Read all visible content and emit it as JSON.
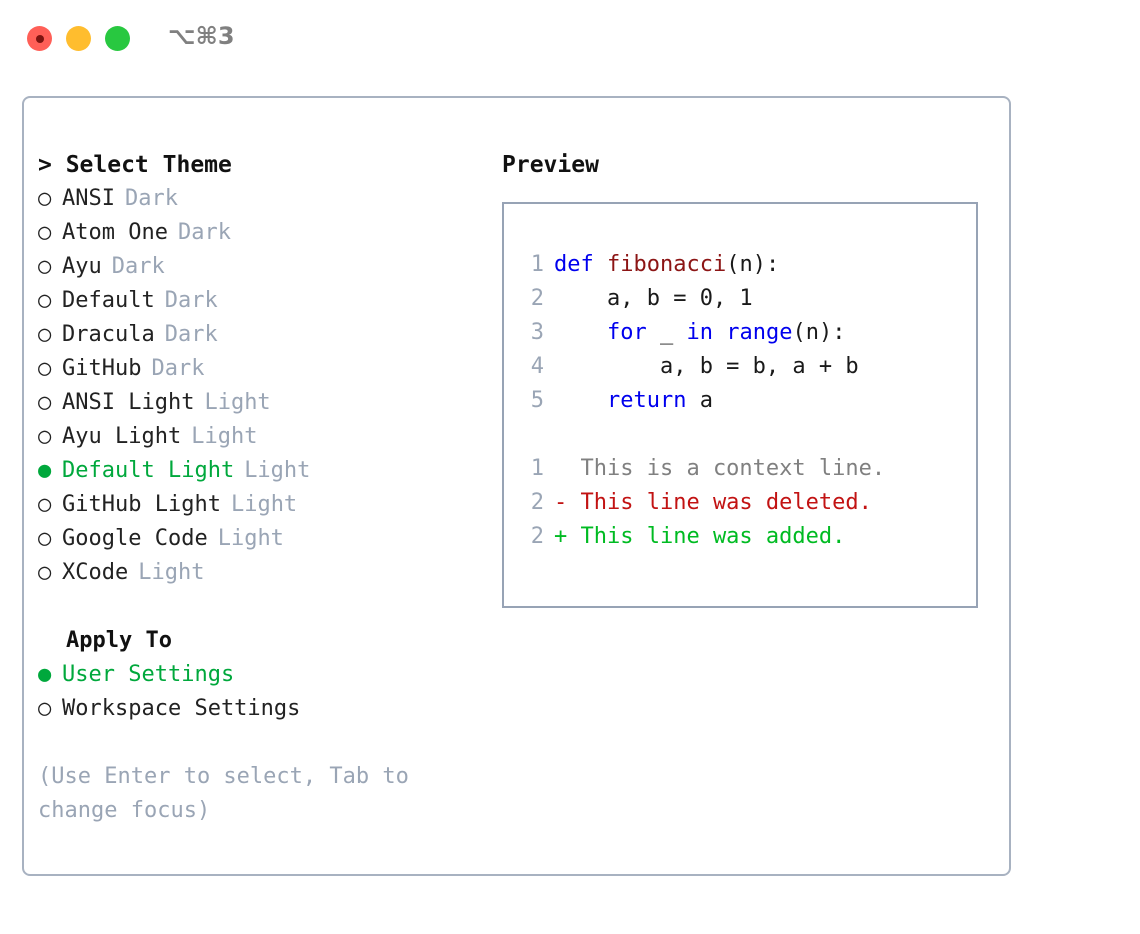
{
  "titlebar": {
    "shortcut": "⌥⌘3",
    "lights": [
      {
        "name": "close",
        "color": "#ff5f57"
      },
      {
        "name": "minimize",
        "color": "#ffbd2e"
      },
      {
        "name": "maximize",
        "color": "#28c840"
      }
    ]
  },
  "colors": {
    "accent_green": "#00a83c",
    "muted_gray": "#9aa5b5",
    "border": "#a8b2c1",
    "keyword_blue": "#0000ee",
    "function_red": "#8c1515",
    "diff_delete": "#c21313",
    "diff_add": "#00bb22"
  },
  "left": {
    "header": "> Select Theme",
    "themes": [
      {
        "bullet": "○",
        "name": "ANSI",
        "variant": "Dark",
        "selected": false
      },
      {
        "bullet": "○",
        "name": "Atom One",
        "variant": "Dark",
        "selected": false
      },
      {
        "bullet": "○",
        "name": "Ayu",
        "variant": "Dark",
        "selected": false
      },
      {
        "bullet": "○",
        "name": "Default",
        "variant": "Dark",
        "selected": false
      },
      {
        "bullet": "○",
        "name": "Dracula",
        "variant": "Dark",
        "selected": false
      },
      {
        "bullet": "○",
        "name": "GitHub",
        "variant": "Dark",
        "selected": false
      },
      {
        "bullet": "○",
        "name": "ANSI Light",
        "variant": "Light",
        "selected": false
      },
      {
        "bullet": "○",
        "name": "Ayu Light",
        "variant": "Light",
        "selected": false
      },
      {
        "bullet": "●",
        "name": "Default Light",
        "variant": "Light",
        "selected": true
      },
      {
        "bullet": "○",
        "name": "GitHub Light",
        "variant": "Light",
        "selected": false
      },
      {
        "bullet": "○",
        "name": "Google Code",
        "variant": "Light",
        "selected": false
      },
      {
        "bullet": "○",
        "name": "XCode",
        "variant": "Light",
        "selected": false
      }
    ],
    "apply_to_header": "Apply To",
    "apply_to": [
      {
        "bullet": "●",
        "name": "User Settings",
        "selected": true
      },
      {
        "bullet": "○",
        "name": "Workspace Settings",
        "selected": false
      }
    ],
    "hint": "(Use Enter to select, Tab to change focus)"
  },
  "right": {
    "title": "Preview",
    "code": [
      {
        "no": "1",
        "tokens": [
          {
            "t": "def ",
            "c": "kw"
          },
          {
            "t": "fibonacci",
            "c": "fn"
          },
          {
            "t": "(n):",
            "c": "plain"
          }
        ]
      },
      {
        "no": "2",
        "tokens": [
          {
            "t": "    a, b = 0, 1",
            "c": "plain"
          }
        ]
      },
      {
        "no": "3",
        "tokens": [
          {
            "t": "    for ",
            "c": "kw"
          },
          {
            "t": "_ ",
            "c": "plain"
          },
          {
            "t": "in ",
            "c": "kw"
          },
          {
            "t": "range",
            "c": "kw"
          },
          {
            "t": "(n):",
            "c": "plain"
          }
        ]
      },
      {
        "no": "4",
        "tokens": [
          {
            "t": "        a, b = b, a + b",
            "c": "plain"
          }
        ]
      },
      {
        "no": "5",
        "tokens": [
          {
            "t": "    return ",
            "c": "kw"
          },
          {
            "t": "a",
            "c": "plain"
          }
        ]
      }
    ],
    "diff": [
      {
        "no": "1",
        "text": "  This is a context line.",
        "kind": "ctx"
      },
      {
        "no": "2",
        "text": "- This line was deleted.",
        "kind": "del"
      },
      {
        "no": "2",
        "text": "+ This line was added.",
        "kind": "add"
      }
    ]
  }
}
